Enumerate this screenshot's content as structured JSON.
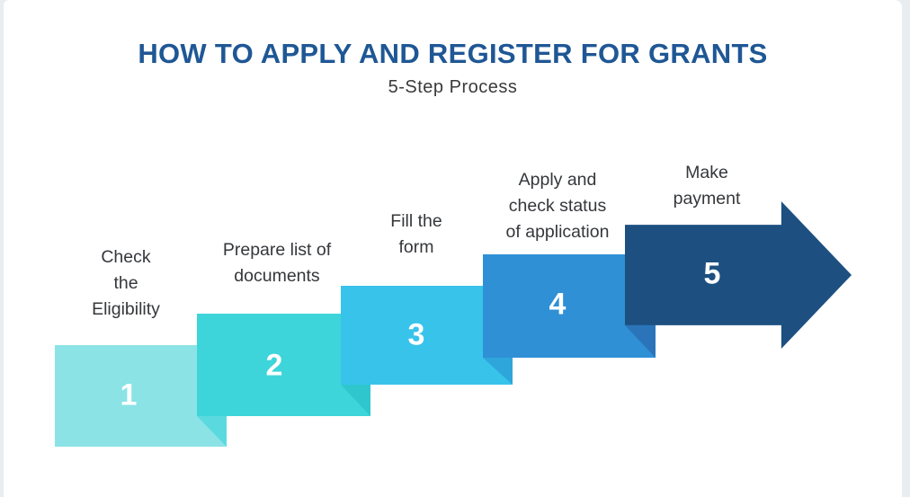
{
  "header": {
    "title": "HOW TO APPLY AND REGISTER FOR GRANTS",
    "subtitle": "5-Step Process"
  },
  "colors": {
    "page_bg": "#E9EDF0",
    "card_bg": "#FFFFFF",
    "title": "#1F5795",
    "subtitle": "#3A3A3A",
    "label_text": "#35373B",
    "number_text": "#FFFFFF"
  },
  "steps": [
    {
      "number": "1",
      "label": "Check\nthe\nEligibility",
      "color": "#8BE3E6",
      "fold_color": "#5ADADF"
    },
    {
      "number": "2",
      "label": "Prepare list of\ndocuments",
      "color": "#3DD5D9",
      "fold_color": "#30C6CD"
    },
    {
      "number": "3",
      "label": "Fill the\nform",
      "color": "#38C3EB",
      "fold_color": "#2EA6DB"
    },
    {
      "number": "4",
      "label": "Apply and\ncheck status\nof application",
      "color": "#2F90D5",
      "fold_color": "#2B74BA"
    },
    {
      "number": "5",
      "label": "Make\npayment",
      "color": "#1D5081"
    }
  ]
}
